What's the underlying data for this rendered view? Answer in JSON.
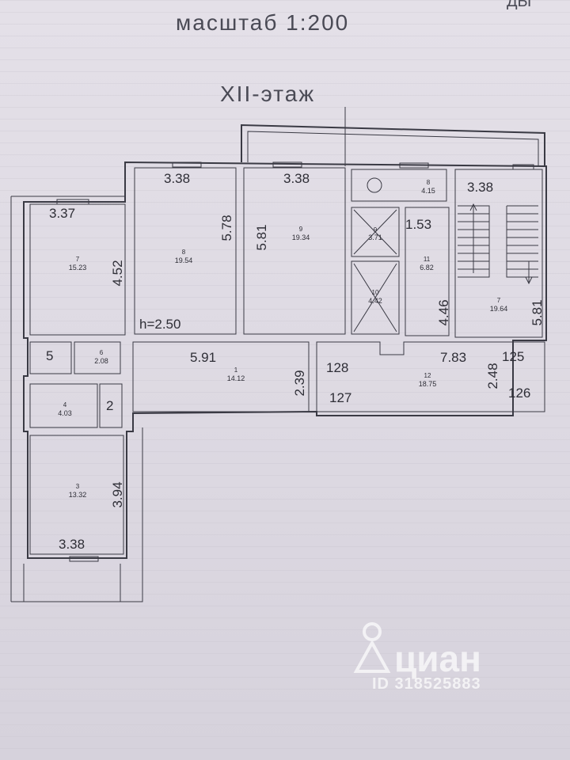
{
  "header": {
    "scale": "масштаб 1:200",
    "floor": "XII-этаж",
    "corner": "ДЫ"
  },
  "dims": {
    "d1": "3.38",
    "d2": "3.38",
    "d3": "3.38",
    "d4": "3.37",
    "d5": "5.78",
    "d6": "5.81",
    "d7": "4.52",
    "d8": "1.53",
    "d9": "4.46",
    "d10": "5.81",
    "d11": "5.91",
    "d12": "2.39",
    "d13": "7.83",
    "d14": "2.48",
    "d15": "3.94",
    "d16": "3.38",
    "height": "h=2.50",
    "n5": "5",
    "n2": "2",
    "n128": "128",
    "n127": "127",
    "n125": "125",
    "n126": "126"
  },
  "rooms": [
    {
      "num": "7",
      "area": "15.23"
    },
    {
      "num": "8",
      "area": "19.54"
    },
    {
      "num": "9",
      "area": "19.34"
    },
    {
      "num": "8",
      "area": "4.15"
    },
    {
      "num": "7",
      "area": "19.64"
    },
    {
      "num": "9",
      "area": "3.71"
    },
    {
      "num": "10",
      "area": "4.42"
    },
    {
      "num": "11",
      "area": "6.82"
    },
    {
      "num": "6",
      "area": "2.08"
    },
    {
      "num": "1",
      "area": "14.12"
    },
    {
      "num": "12",
      "area": "18.75"
    },
    {
      "num": "4",
      "area": "4.03"
    },
    {
      "num": "3",
      "area": "13.32"
    }
  ],
  "watermark": {
    "brand": "циан",
    "id": "ID 318525883"
  }
}
